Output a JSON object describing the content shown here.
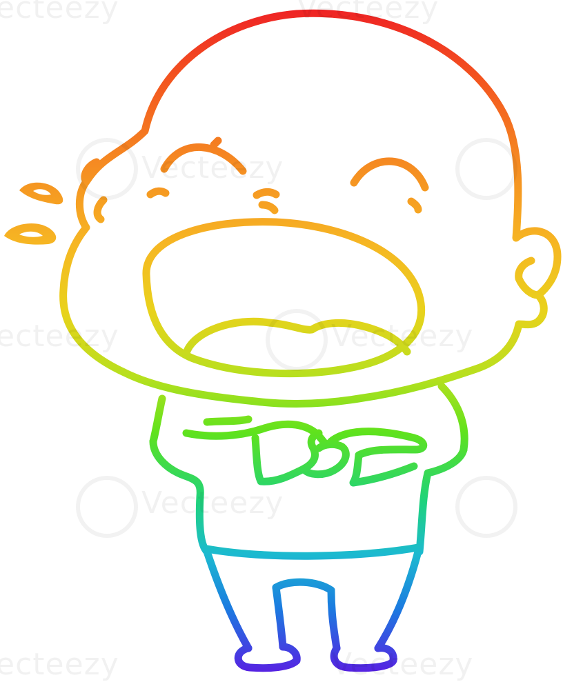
{
  "illustration": {
    "subject": "crying bald man",
    "style": "rainbow gradient line art",
    "gradient_colors": [
      "#ee1c25",
      "#f36c21",
      "#f7a823",
      "#e9d21c",
      "#b5e01e",
      "#5fe21d",
      "#1fd37a",
      "#1cbad0",
      "#1b7be0",
      "#3a2de0",
      "#6a1de0"
    ]
  },
  "watermark": {
    "text": "Vecteezy",
    "text_partial": "ecteezy",
    "icon": "vecteezy-v-logo-icon"
  }
}
